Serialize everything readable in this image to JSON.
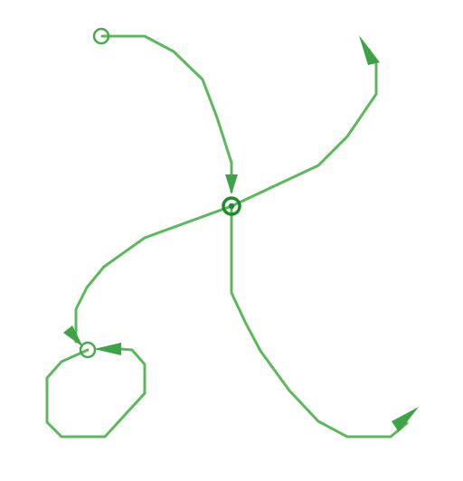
{
  "diagram": {
    "colors": {
      "edge": "#5cb85c",
      "arrowhead": "#3da346",
      "node": "#4aa94f",
      "node_center": "#1e8a2e",
      "background": "#ffffff"
    },
    "nodes": [
      {
        "id": "start-node",
        "shape": "circle-outline"
      },
      {
        "id": "center-hub",
        "shape": "circle-outline-bold"
      },
      {
        "id": "loop-node",
        "shape": "circle-outline"
      }
    ],
    "edges": [
      {
        "id": "edge-start-to-hub",
        "from": "start-node",
        "to": "center-hub",
        "arrow": "end"
      },
      {
        "id": "edge-hub-to-top-right",
        "from": "center-hub",
        "to": "top-right-end",
        "arrow": "end"
      },
      {
        "id": "edge-hub-to-loop",
        "from": "center-hub",
        "to": "loop-node",
        "arrow": "end"
      },
      {
        "id": "edge-hub-to-bottom-right",
        "from": "center-hub",
        "to": "bottom-right-end",
        "arrow": "end"
      },
      {
        "id": "edge-loop-self",
        "from": "loop-node",
        "to": "loop-node",
        "arrow": "end"
      }
    ]
  }
}
